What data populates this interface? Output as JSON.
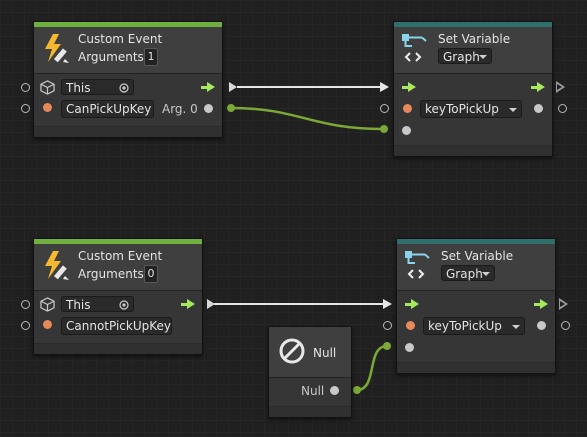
{
  "colors": {
    "event_bar": "#6fb03e",
    "variable_bar": "#2f6f6c",
    "control_flow": "#a6e85e",
    "wire_white": "#e6e6e6",
    "value_port": "#e8895c",
    "canvas": "#202020",
    "node_body": "#363636"
  },
  "event_node_1": {
    "title": "Custom Event",
    "arguments_label": "Arguments",
    "arguments_count": "1",
    "target_value": "This",
    "event_name": "CanPickUpKey",
    "arg_label": "Arg. 0",
    "icon": "lightning-pencil-icon",
    "target_icon": "cube-icon"
  },
  "event_node_2": {
    "title": "Custom Event",
    "arguments_label": "Arguments",
    "arguments_count": "0",
    "target_value": "This",
    "event_name": "CannotPickUpKey",
    "icon": "lightning-pencil-icon",
    "target_icon": "cube-icon"
  },
  "set_variable_1": {
    "title": "Set Variable",
    "scope": "Graph",
    "name_value": "keyToPickUp",
    "icon": "variable-node-icon"
  },
  "set_variable_2": {
    "title": "Set Variable",
    "scope": "Graph",
    "name_value": "keyToPickUp",
    "icon": "variable-node-icon"
  },
  "null_node": {
    "title": "Null",
    "output_label": "Null",
    "icon": "null-icon"
  }
}
